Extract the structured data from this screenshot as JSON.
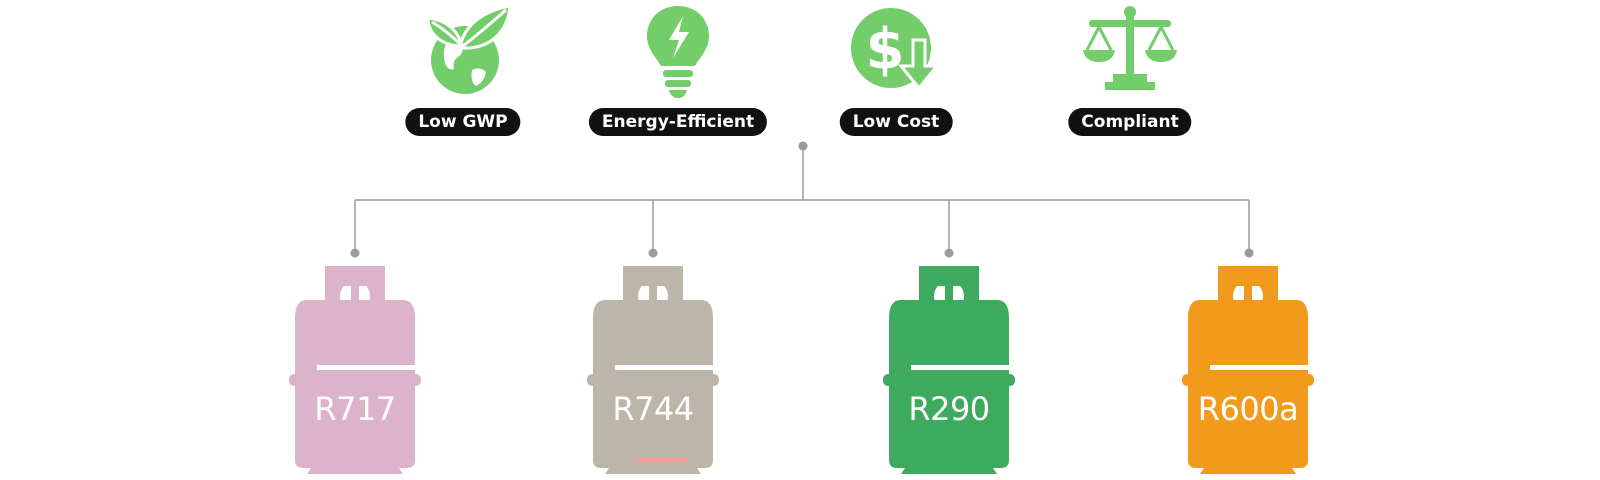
{
  "features": [
    {
      "icon": "eco-globe-leaf-icon",
      "label": "Low GWP"
    },
    {
      "icon": "lightbulb-bolt-icon",
      "label": "Energy-Efficient"
    },
    {
      "icon": "dollar-down-arrow-icon",
      "label": "Low Cost"
    },
    {
      "icon": "balance-scale-icon",
      "label": "Compliant"
    }
  ],
  "refrigerants": [
    {
      "label": "R717",
      "color": "#dbb4cc"
    },
    {
      "label": "R744",
      "color": "#bbb5aa"
    },
    {
      "label": "R290",
      "color": "#3daa60"
    },
    {
      "label": "R600a",
      "color": "#f19a1b"
    }
  ],
  "colors": {
    "icon_green": "#72cd6a",
    "pill_bg": "#111111",
    "connector": "#9a9a9a"
  }
}
